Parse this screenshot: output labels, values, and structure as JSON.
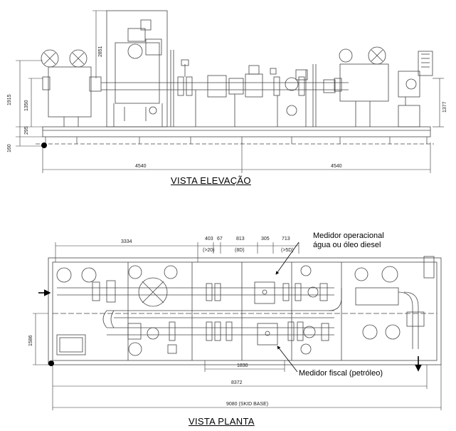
{
  "views": {
    "elevation_title": "VISTA ELEVAÇÃO",
    "plan_title": "VISTA PLANTA"
  },
  "elevation_dims": {
    "height_total": "1915",
    "height_upper": "1350",
    "height_base": "295",
    "height_foot": "160",
    "height_right": "1377",
    "height_top": "2851",
    "span_left": "4540",
    "span_right": "4540"
  },
  "plan_dims": {
    "d_3334": "3334",
    "d_403": "403",
    "d_67": "67",
    "d_813": "813",
    "d_305": "305",
    "d_713": "713",
    "sub_20d": "(>20)",
    "sub_8d": "(8D)",
    "sub_5d": "(>5D)",
    "width": "1586",
    "d_1830": "1830",
    "d_8372": "8372",
    "skid": "9080 (SKID BASE)"
  },
  "callouts": {
    "operational_line1": "Medidor operacional",
    "operational_line2": "água ou óleo diesel",
    "fiscal": "Medidor fiscal (petróleo)"
  }
}
